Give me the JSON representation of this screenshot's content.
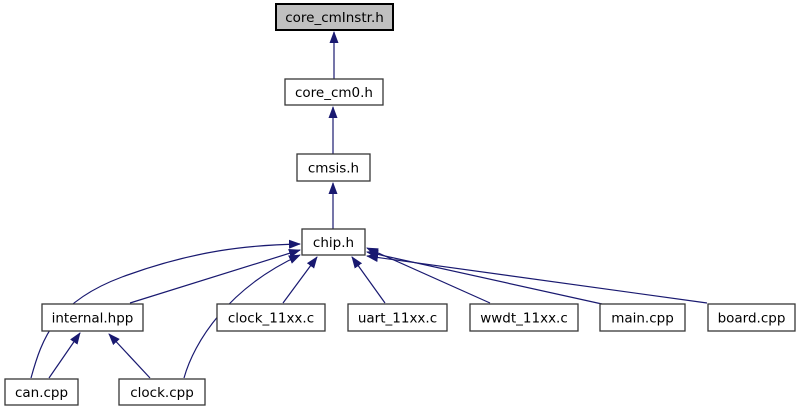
{
  "graph": {
    "kind": "include-dependency-graph",
    "colors": {
      "edge": "#191970",
      "node_fill": "#ffffff",
      "node_border": "#373737",
      "highlight_fill": "#c0c0c0",
      "highlight_border": "#000000",
      "text": "#000000",
      "background": "#ffffff"
    },
    "nodes": [
      {
        "id": "core_cmInstr.h",
        "label": "core_cmInstr.h",
        "highlighted": true
      },
      {
        "id": "core_cm0.h",
        "label": "core_cm0.h",
        "highlighted": false
      },
      {
        "id": "cmsis.h",
        "label": "cmsis.h",
        "highlighted": false
      },
      {
        "id": "chip.h",
        "label": "chip.h",
        "highlighted": false
      },
      {
        "id": "internal.hpp",
        "label": "internal.hpp",
        "highlighted": false
      },
      {
        "id": "clock_11xx.c",
        "label": "clock_11xx.c",
        "highlighted": false
      },
      {
        "id": "uart_11xx.c",
        "label": "uart_11xx.c",
        "highlighted": false
      },
      {
        "id": "wwdt_11xx.c",
        "label": "wwdt_11xx.c",
        "highlighted": false
      },
      {
        "id": "main.cpp",
        "label": "main.cpp",
        "highlighted": false
      },
      {
        "id": "board.cpp",
        "label": "board.cpp",
        "highlighted": false
      },
      {
        "id": "can.cpp",
        "label": "can.cpp",
        "highlighted": false
      },
      {
        "id": "clock.cpp",
        "label": "clock.cpp",
        "highlighted": false
      }
    ],
    "edges": [
      {
        "from": "core_cm0.h",
        "to": "core_cmInstr.h"
      },
      {
        "from": "cmsis.h",
        "to": "core_cm0.h"
      },
      {
        "from": "chip.h",
        "to": "cmsis.h"
      },
      {
        "from": "internal.hpp",
        "to": "chip.h"
      },
      {
        "from": "clock_11xx.c",
        "to": "chip.h"
      },
      {
        "from": "uart_11xx.c",
        "to": "chip.h"
      },
      {
        "from": "wwdt_11xx.c",
        "to": "chip.h"
      },
      {
        "from": "main.cpp",
        "to": "chip.h"
      },
      {
        "from": "board.cpp",
        "to": "chip.h"
      },
      {
        "from": "can.cpp",
        "to": "chip.h"
      },
      {
        "from": "clock.cpp",
        "to": "chip.h"
      },
      {
        "from": "can.cpp",
        "to": "internal.hpp"
      },
      {
        "from": "clock.cpp",
        "to": "internal.hpp"
      }
    ]
  }
}
